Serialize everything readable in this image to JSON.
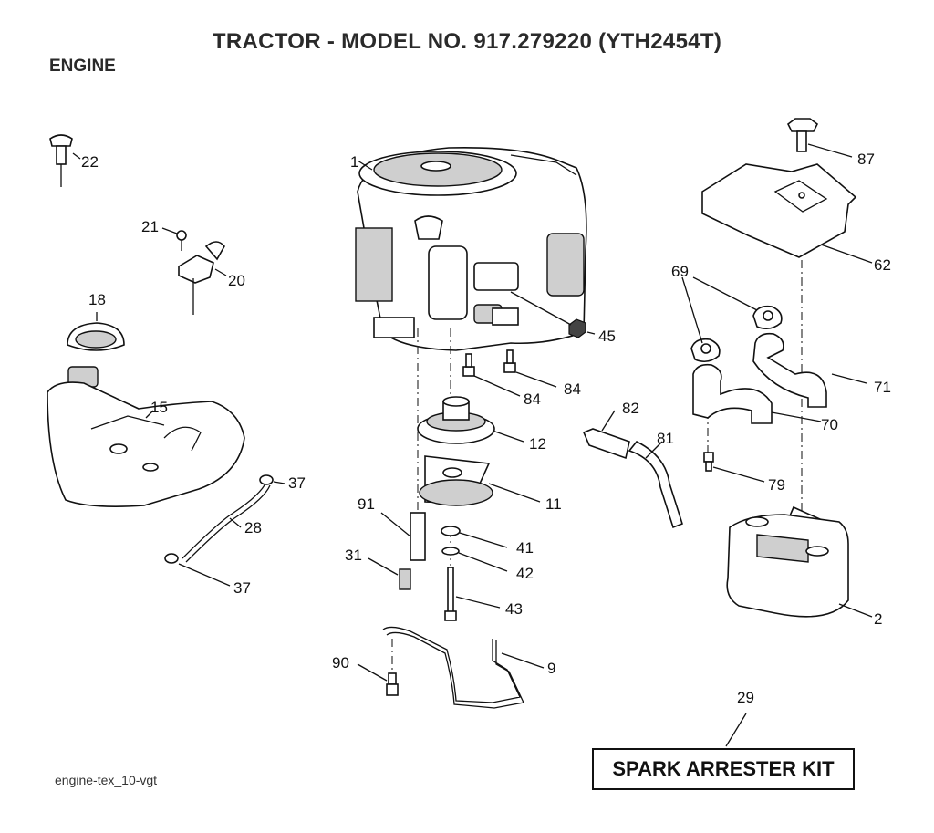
{
  "header": {
    "title": "TRACTOR - MODEL NO. 917.279220 (YTH2454T)",
    "section": "ENGINE"
  },
  "footer": {
    "ref": "engine-tex_10-vgt"
  },
  "kit": {
    "number": "29",
    "label": "SPARK ARRESTER KIT"
  },
  "callouts": {
    "engine": "1",
    "muffler": "2",
    "bracket_rod": "9",
    "clutch": "11",
    "pulley": "12",
    "fuel_tank": "15",
    "fuel_cap": "18",
    "throttle_control": "20",
    "screw_21": "21",
    "dipstick": "22",
    "fuel_line": "28",
    "fitting_31": "31",
    "clamp_upper": "37",
    "clamp_lower": "37",
    "washer_41": "41",
    "washer_42": "42",
    "bolt_43": "43",
    "nut_45": "45",
    "heat_shield": "62",
    "gaskets": "69",
    "exhaust_pipe_70": "70",
    "exhaust_pipe_71": "71",
    "bolt_79": "79",
    "hose_81": "81",
    "filter_82": "82",
    "bolt_84_left": "84",
    "bolt_84_right": "84",
    "screw_87": "87",
    "screw_90": "90",
    "spacer_91": "91"
  }
}
